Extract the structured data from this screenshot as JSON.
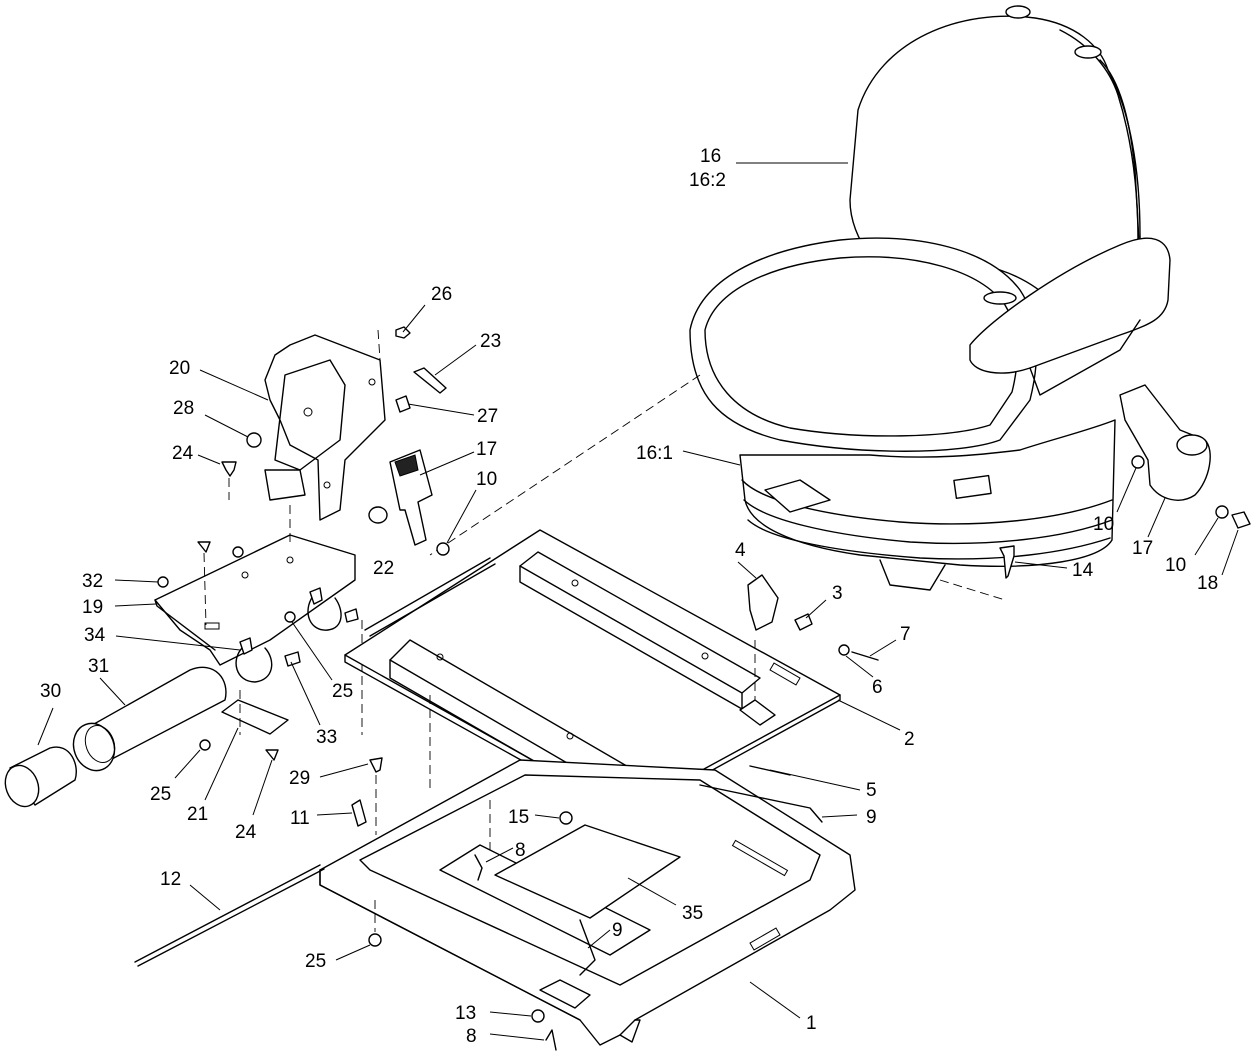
{
  "callouts": [
    {
      "id": "c16",
      "text": "16"
    },
    {
      "id": "c16-2",
      "text": "16:2"
    },
    {
      "id": "c16-1",
      "text": "16:1"
    },
    {
      "id": "c26",
      "text": "26"
    },
    {
      "id": "c23",
      "text": "23"
    },
    {
      "id": "c20",
      "text": "20"
    },
    {
      "id": "c28",
      "text": "28"
    },
    {
      "id": "c27",
      "text": "27"
    },
    {
      "id": "c24a",
      "text": "24"
    },
    {
      "id": "c17a",
      "text": "17"
    },
    {
      "id": "c10a",
      "text": "10"
    },
    {
      "id": "c22",
      "text": "22"
    },
    {
      "id": "c10b",
      "text": "10"
    },
    {
      "id": "c17b",
      "text": "17"
    },
    {
      "id": "c10c",
      "text": "10"
    },
    {
      "id": "c18",
      "text": "18"
    },
    {
      "id": "c14",
      "text": "14"
    },
    {
      "id": "c4",
      "text": "4"
    },
    {
      "id": "c3",
      "text": "3"
    },
    {
      "id": "c7",
      "text": "7"
    },
    {
      "id": "c6",
      "text": "6"
    },
    {
      "id": "c2",
      "text": "2"
    },
    {
      "id": "c32",
      "text": "32"
    },
    {
      "id": "c19",
      "text": "19"
    },
    {
      "id": "c34",
      "text": "34"
    },
    {
      "id": "c31",
      "text": "31"
    },
    {
      "id": "c30",
      "text": "30"
    },
    {
      "id": "c25a",
      "text": "25"
    },
    {
      "id": "c33",
      "text": "33"
    },
    {
      "id": "c25b",
      "text": "25"
    },
    {
      "id": "c21",
      "text": "21"
    },
    {
      "id": "c24b",
      "text": "24"
    },
    {
      "id": "c29",
      "text": "29"
    },
    {
      "id": "c11",
      "text": "11"
    },
    {
      "id": "c15",
      "text": "15"
    },
    {
      "id": "c5",
      "text": "5"
    },
    {
      "id": "c9a",
      "text": "9"
    },
    {
      "id": "c8a",
      "text": "8"
    },
    {
      "id": "c12",
      "text": "12"
    },
    {
      "id": "c35",
      "text": "35"
    },
    {
      "id": "c9b",
      "text": "9"
    },
    {
      "id": "c25c",
      "text": "25"
    },
    {
      "id": "c13",
      "text": "13"
    },
    {
      "id": "c8b",
      "text": "8"
    },
    {
      "id": "c1",
      "text": "1"
    }
  ]
}
